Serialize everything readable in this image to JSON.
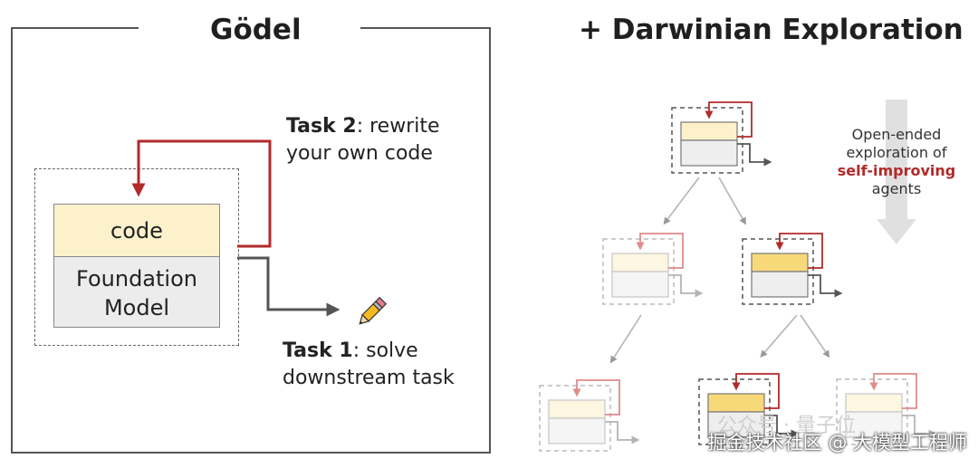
{
  "godel": {
    "title": "Gödel",
    "code_label": "code",
    "foundation_label_line1": "Foundation",
    "foundation_label_line2": "Model",
    "task2_bold": "Task 2",
    "task2_rest": ": rewrite",
    "task2_line2": "your own code",
    "task1_bold": "Task 1",
    "task1_rest": ": solve",
    "task1_line2": "downstream task"
  },
  "darwin": {
    "title": "+ Darwinian Exploration",
    "note_line1": "Open-ended",
    "note_line2": "exploration of",
    "note_highlight": "self-improving",
    "note_line4": "agents"
  },
  "watermark": {
    "faint": "公众号 · 量子位",
    "text": "掘金技术社区 @ 大模型工程师"
  },
  "colors": {
    "code_fill": "#fdf1cc",
    "model_fill": "#ececec",
    "loop_red": "#b22a2a",
    "arrow_gray": "#555555",
    "highlight_fill": "#f8d97a"
  },
  "icons": [
    "pencil-icon",
    "down-arrow-icon"
  ]
}
